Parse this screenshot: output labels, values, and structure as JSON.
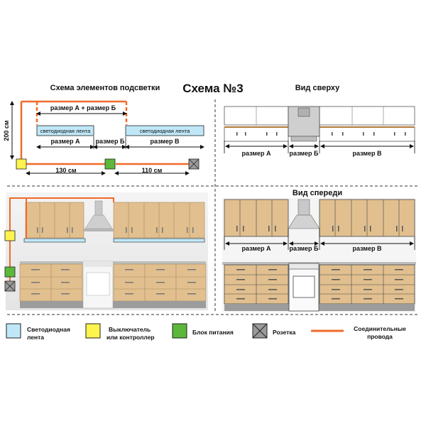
{
  "title": "Схема №3",
  "scheme": {
    "title": "Схема элементов подсветки",
    "height_label": "200 см",
    "sum_label": "размер А + размер Б",
    "strip_label": "светодиодная лента",
    "size_a": "размер А",
    "size_b": "размер Б",
    "size_v": "размер В",
    "dist_1": "130 см",
    "dist_2": "110 см"
  },
  "top_view": {
    "title": "Вид сверху",
    "size_a": "размер А",
    "size_b": "размер Б",
    "size_v": "размер В"
  },
  "front_view": {
    "title": "Вид спереди",
    "size_a": "размер А",
    "size_b": "размер Б",
    "size_v": "размер В"
  },
  "legend": {
    "strip": [
      "Светодиодная",
      "лента"
    ],
    "switch": [
      "Выключатель",
      "или контроллер"
    ],
    "power": "Блок питания",
    "socket": "Розетка",
    "wires": [
      "Соединительные",
      "провода"
    ]
  },
  "colors": {
    "wire": "#f06a2a",
    "strip": "#bfe7f7",
    "switch": "#fff34d",
    "power": "#5cb83a",
    "socket": "#9a9a9a",
    "wood": "#e1bf8f"
  }
}
